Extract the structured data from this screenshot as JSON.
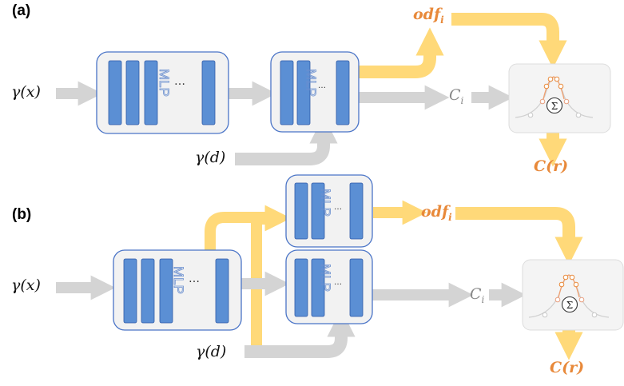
{
  "panels": [
    {
      "label": "(a)",
      "inputs": {
        "position": "γ(x)",
        "direction": "γ(d)"
      },
      "mlp_label": "MLP",
      "ellipsis": "…",
      "outputs": {
        "odf": "odf",
        "odf_sub": "i",
        "color": "C",
        "color_sub": "i"
      },
      "render_output": "C(r)",
      "sum_symbol": "Σ"
    },
    {
      "label": "(b)",
      "inputs": {
        "position": "γ(x)",
        "direction": "γ(d)"
      },
      "mlp_label": "MLP",
      "ellipsis": "…",
      "outputs": {
        "odf": "odf",
        "odf_sub": "i",
        "color": "C",
        "color_sub": "i"
      },
      "render_output": "C(r)",
      "sum_symbol": "Σ"
    }
  ],
  "colors": {
    "mlp_box_border": "#4a74c7",
    "mlp_box_fill": "#f2f2f2",
    "layer_fill": "#5b8fd4",
    "arrow_grey": "#d4d4d4",
    "arrow_yellow": "#ffd979",
    "accent_orange": "#e8893a",
    "curve_orange": "#f0a070",
    "curve_grey": "#c8c8c8"
  }
}
